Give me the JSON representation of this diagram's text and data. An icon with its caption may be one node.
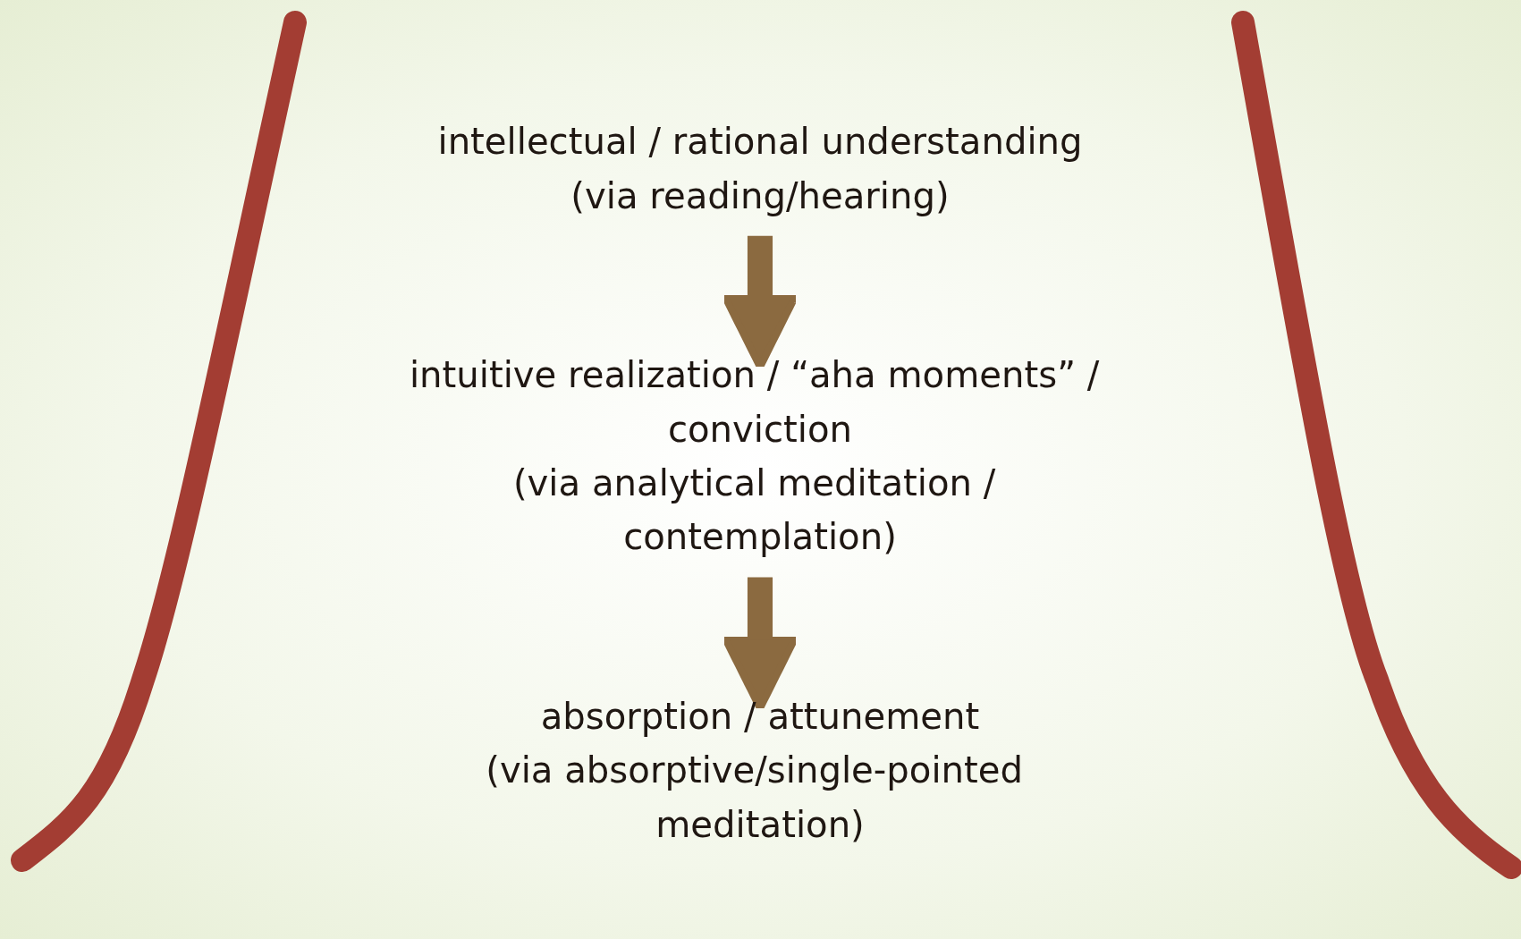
{
  "diagram": {
    "nodes": [
      {
        "text": [
          "intellectual / rational understanding",
          "(via reading/hearing)"
        ]
      },
      {
        "text": [
          "intuitive realization / “aha moments” / conviction",
          "(via analytical meditation / contemplation)"
        ]
      },
      {
        "text": [
          "absorption / attunement",
          "(via absorptive/single-pointed meditation)"
        ]
      }
    ],
    "edges": [
      {
        "from": 0,
        "to": 1,
        "arrow": "to"
      },
      {
        "from": 1,
        "to": 2,
        "arrow": "to"
      }
    ]
  }
}
